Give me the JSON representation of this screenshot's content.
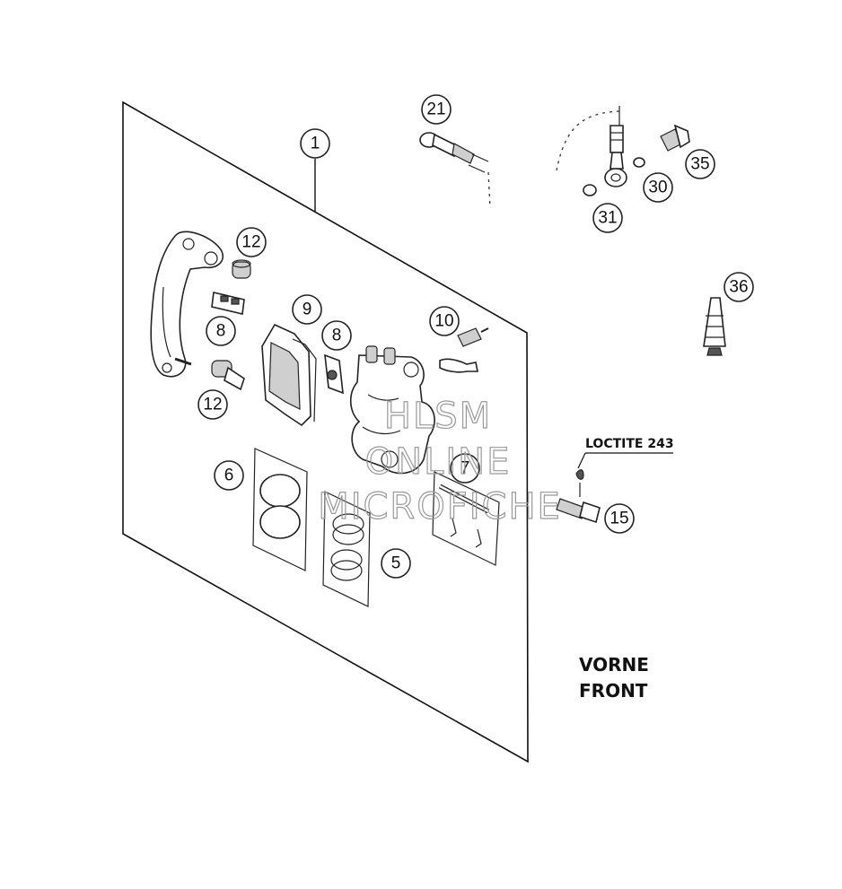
{
  "diagram": {
    "callouts": {
      "c1": "1",
      "c5": "5",
      "c6": "6",
      "c7": "7",
      "c8a": "8",
      "c8b": "8",
      "c9": "9",
      "c10": "10",
      "c12a": "12",
      "c12b": "12",
      "c15": "15",
      "c21": "21",
      "c30": "30",
      "c31": "31",
      "c35": "35",
      "c36": "36"
    },
    "loctite_label": "LOCTITE 243",
    "direction_line1": "VORNE",
    "direction_line2": "FRONT",
    "watermark": {
      "line1": "HLSM",
      "line2": "ONLINE",
      "line3": "MICROFICHE"
    }
  }
}
